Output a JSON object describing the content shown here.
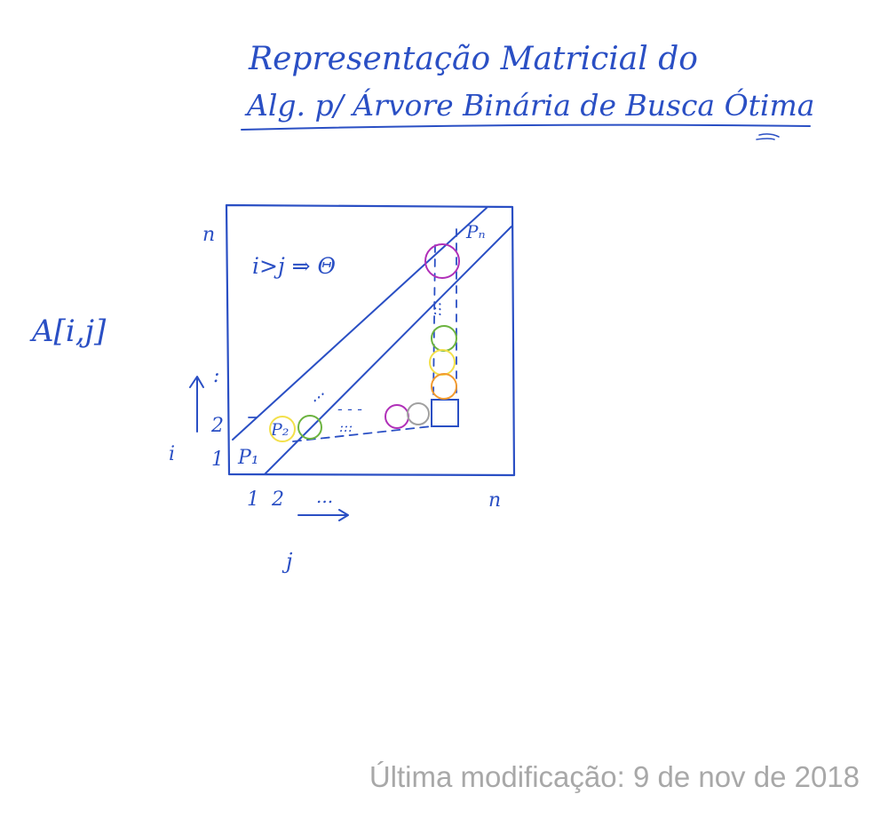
{
  "title": {
    "line1": "Representação Matricial do",
    "line2": "Alg. p/ Árvore Binária de Busca Ótima"
  },
  "matrix": {
    "name": "A[i,j]",
    "zero_note": "i>j ⇒ Θ",
    "top_label": "n",
    "right_label": "n",
    "row_labels": [
      "1",
      "2",
      ":"
    ],
    "col_labels": [
      "1",
      "2",
      "..."
    ],
    "row_axis": "i",
    "col_axis": "j",
    "diag_dots": "...",
    "diag_cells": [
      "P₁",
      "P₂",
      "Pₙ"
    ],
    "row_dots": [
      "- - -",
      ":::"
    ],
    "col_dots": ":::"
  },
  "colors": {
    "ink": "#2a4fc4",
    "purple": "#b02fb8",
    "green": "#6cb33f",
    "yellow": "#f3e04a",
    "orange": "#f29a2e",
    "gray": "#a0a0a0"
  },
  "footer": {
    "last_modified": "Última modificação: 9 de nov de 2018"
  }
}
